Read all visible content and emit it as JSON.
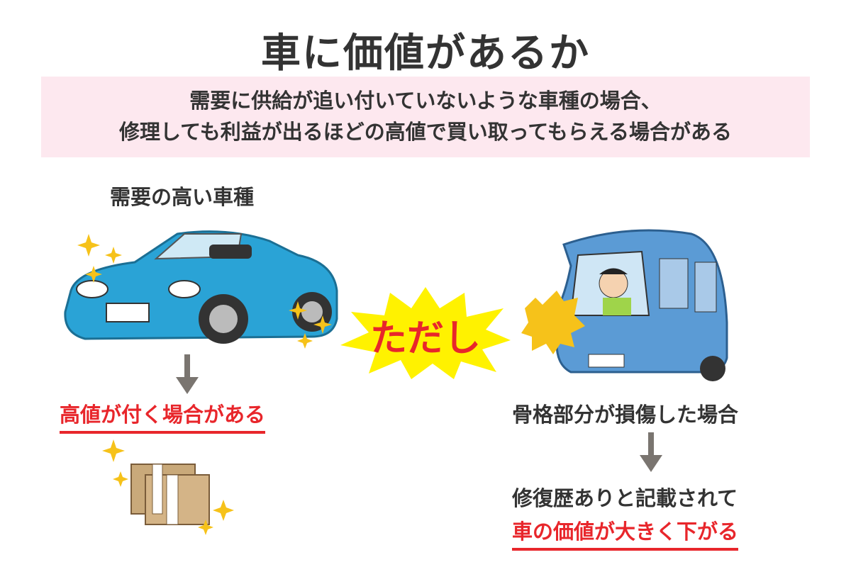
{
  "title": "車に価値があるか",
  "summary": {
    "line1": "需要に供給が追い付いていないような車種の場合、",
    "line2": "修理しても利益が出るほどの高値で買い取ってもらえる場合がある"
  },
  "left": {
    "label": "需要の高い車種",
    "result": "高値が付く場合がある"
  },
  "center": {
    "label": "ただし"
  },
  "right": {
    "condition": "骨格部分が損傷した場合",
    "result_line1": "修復歴ありと記載されて",
    "result_line2": "車の価値が大きく下がる"
  },
  "colors": {
    "accent_red": "#e8262b",
    "pink_box": "#fde8ef",
    "burst_yellow": "#fff200",
    "car_blue": "#2aa3d6",
    "arrow_gray": "#7a7570"
  }
}
